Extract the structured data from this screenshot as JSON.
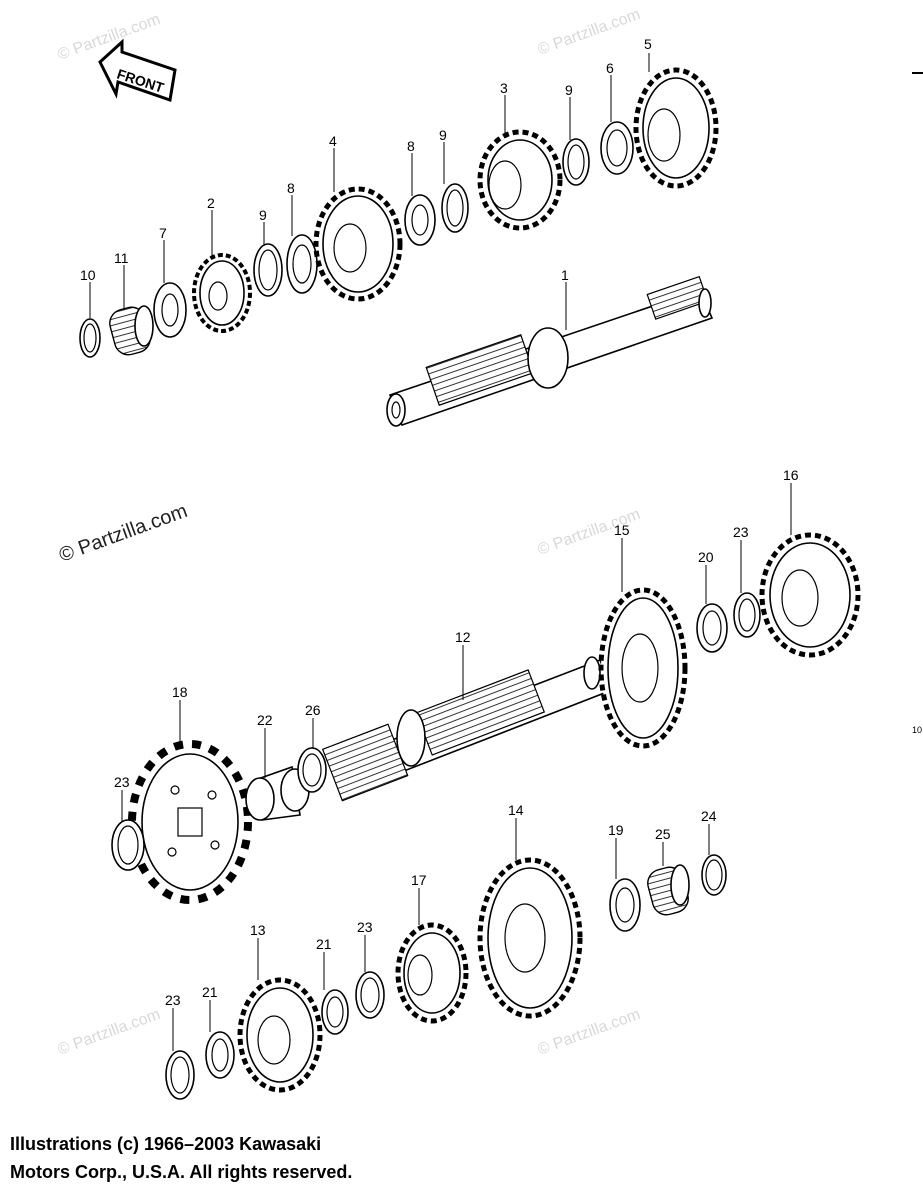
{
  "front_badge": "FRONT",
  "watermarks": {
    "main": "© Partzilla.com",
    "faint": "© Partzilla.com"
  },
  "corner_mark": "10",
  "copyright": {
    "line1": "Illustrations (c) 1966–2003 Kawasaki",
    "line2": "Motors Corp., U.S.A.  All rights reserved."
  },
  "callouts": {
    "c1": "1",
    "c2": "2",
    "c3": "3",
    "c4": "4",
    "c5": "5",
    "c6": "6",
    "c7": "7",
    "c8a": "8",
    "c8b": "8",
    "c9a": "9",
    "c9b": "9",
    "c9c": "9",
    "c10": "10",
    "c11": "11",
    "c12": "12",
    "c13": "13",
    "c14": "14",
    "c15": "15",
    "c16": "16",
    "c17": "17",
    "c18": "18",
    "c19": "19",
    "c20": "20",
    "c21a": "21",
    "c21b": "21",
    "c22": "22",
    "c23a": "23",
    "c23b": "23",
    "c23c": "23",
    "c23d": "23",
    "c24": "24",
    "c25": "25",
    "c26": "26"
  }
}
